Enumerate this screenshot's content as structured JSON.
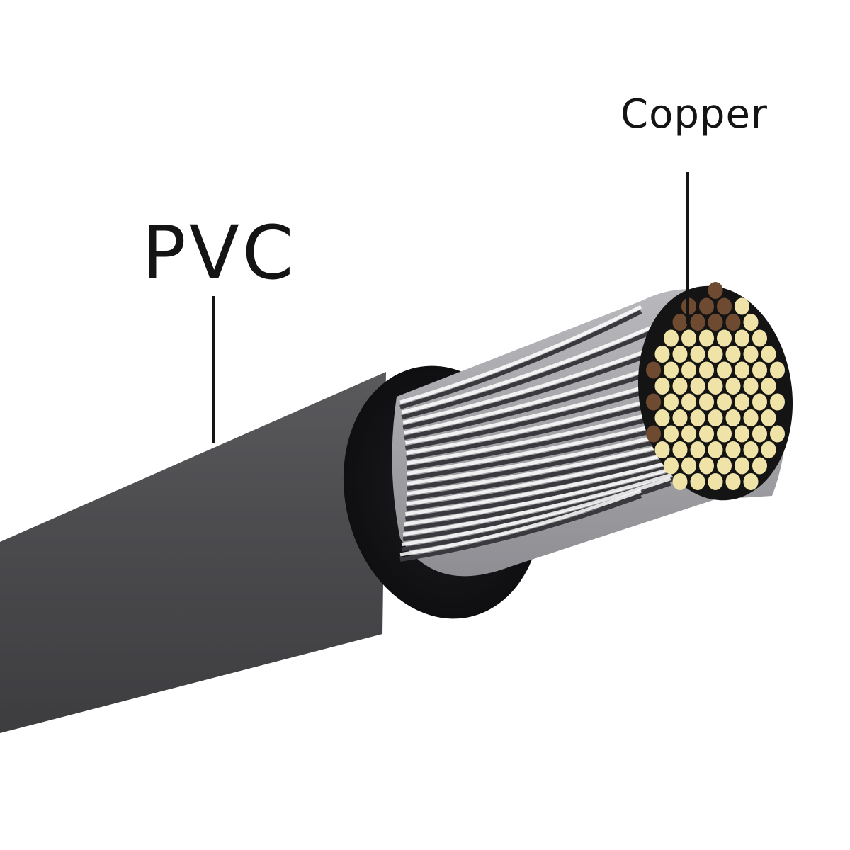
{
  "labels": {
    "insulation": "PVC",
    "conductor": "Copper"
  },
  "colors": {
    "background": "#ffffff",
    "label_text": "#141414",
    "insulation": "#4a4a4c",
    "insulation_end_face": "#151517",
    "strand_surface": "#d8d8dc",
    "strand_highlight": "#ffffff",
    "strand_end_light": "#efe3a8",
    "strand_end_dark": "#6e4a30"
  },
  "icons": [
    "wire-cable-illustration"
  ]
}
